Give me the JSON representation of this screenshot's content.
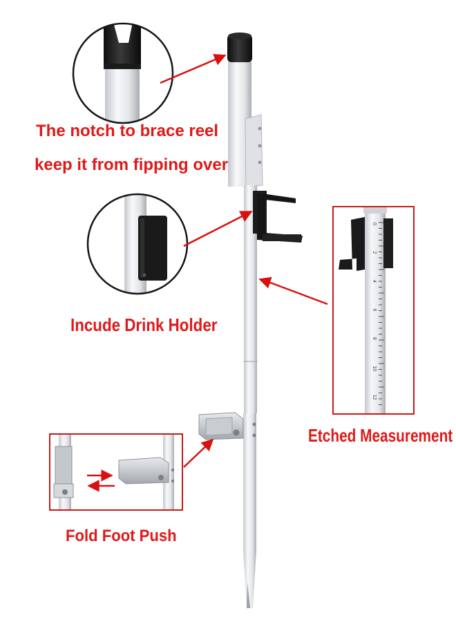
{
  "colors": {
    "callout_text": "#e01818",
    "arrow": "#d81010",
    "pole_light": "#f2f3f5",
    "pole_shade": "#b9bcc2",
    "cap": "#1a1a1a",
    "detail_frame": "#d01818"
  },
  "callouts": {
    "notch_line_1": "The notch to brace reel",
    "notch_line_2": "keep it from fipping over",
    "drink_holder": "Incude Drink Holder",
    "etched_measurement": "Etched Measurement",
    "fold_foot": "Fold Foot Push"
  },
  "ruler_numbers": [
    "0",
    "2",
    "4",
    "6",
    "8",
    "10",
    "12"
  ]
}
